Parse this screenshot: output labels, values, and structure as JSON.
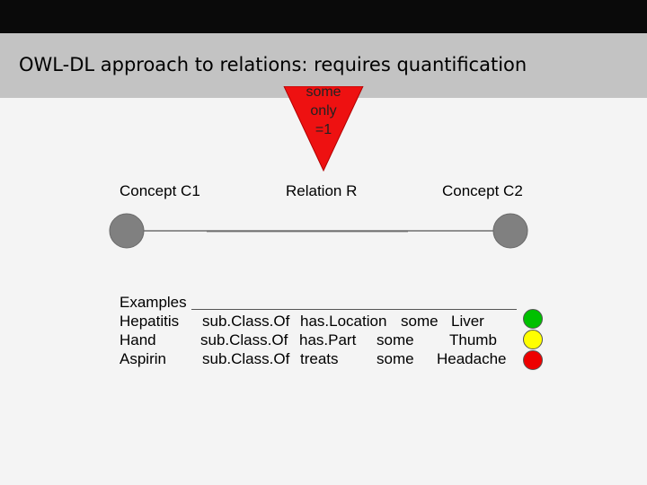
{
  "slide": {
    "title": "OWL-DL approach to relations: requires quantification"
  },
  "quantifiers": [
    "some",
    "only",
    "=1"
  ],
  "labels": {
    "concept1": "Concept C1",
    "relation": "Relation R",
    "concept2": "Concept C2"
  },
  "examples": {
    "heading": "Examples",
    "rows": [
      {
        "concept": "Hepatitis",
        "relation": "sub.Class.Of",
        "property": "has.Location",
        "quantifier": "some",
        "target": "Liver",
        "status_color": "#00c000"
      },
      {
        "concept": "Hand",
        "relation": "sub.Class.Of",
        "property": "has.Part",
        "quantifier": "some",
        "target": "Thumb",
        "status_color": "#ffff00"
      },
      {
        "concept": "Aspirin",
        "relation": "sub.Class.Of",
        "property": "treats",
        "quantifier": "some",
        "target": "Headache",
        "status_color": "#ee0000"
      }
    ]
  },
  "colors": {
    "title_bar": "#c3c3c3",
    "top_bar": "#0a0a0a",
    "background": "#f4f4f4",
    "triangle": "#ee1111",
    "node": "#808080"
  }
}
